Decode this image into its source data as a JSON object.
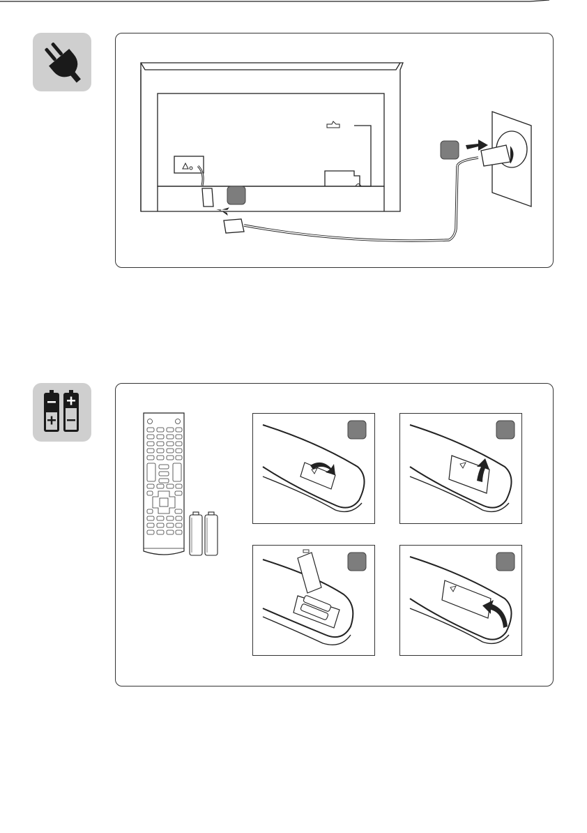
{
  "page": {
    "background": "#ffffff",
    "accent_gray": "#7d7d7d",
    "icon_bg": "#cfcfcf"
  },
  "section_power": {
    "icon": "power-plug-icon",
    "steps": [
      {
        "name": "step-badge-1"
      },
      {
        "name": "step-badge-2"
      }
    ],
    "labels": [
      "tv-rear",
      "power-cord",
      "wall-socket"
    ]
  },
  "section_battery": {
    "icon": "battery-icon",
    "steps": [
      {
        "name": "step-open-cover",
        "icon": "curved-arrow-icon"
      },
      {
        "name": "step-lift-cover",
        "icon": "up-arrow-icon"
      },
      {
        "name": "step-insert-batteries",
        "icon": "battery-pair-icon"
      },
      {
        "name": "step-close-cover",
        "icon": "curved-arrow-icon"
      }
    ]
  }
}
